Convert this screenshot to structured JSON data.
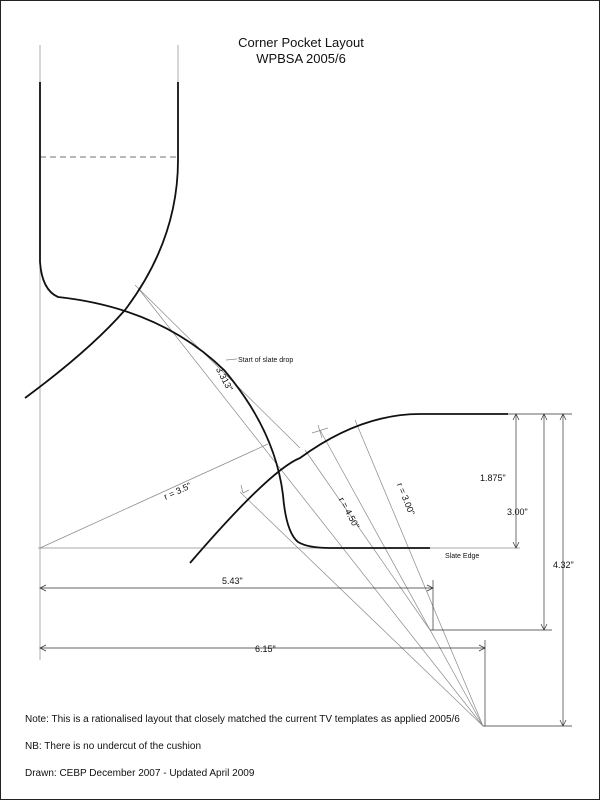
{
  "title": {
    "line1": "Corner Pocket Layout",
    "line2": "WPBSA 2005/6"
  },
  "labels": {
    "slate_drop": "Start of slate drop",
    "slate_edge": "Slate Edge",
    "d_3313": "3.313\"",
    "r_35": "r = 3.5\"",
    "r_450": "r = 4.50\"",
    "r_300": "r = 3.00\"",
    "d_1875": "1.875\"",
    "d_300": "3.00\"",
    "d_432": "4.32\"",
    "d_543": "5.43\"",
    "d_615": "6.15\""
  },
  "notes": {
    "note1": "Note: This is a rationalised layout that closely matched the current TV templates as applied 2005/6",
    "note2": "NB: There is no undercut of the cushion",
    "note3": "Drawn: CEBP December 2007 - Updated April 2009"
  }
}
